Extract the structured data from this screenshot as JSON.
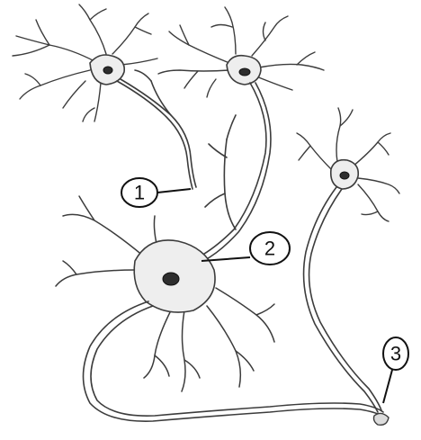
{
  "labels": [
    {
      "id": "1",
      "text": "1"
    },
    {
      "id": "2",
      "text": "2"
    },
    {
      "id": "3",
      "text": "3"
    }
  ],
  "colors": {
    "ink": "#3c3c3c",
    "nucleus": "#2e2e2e",
    "cell_fill": "#eeeeee",
    "background": "#ffffff"
  }
}
